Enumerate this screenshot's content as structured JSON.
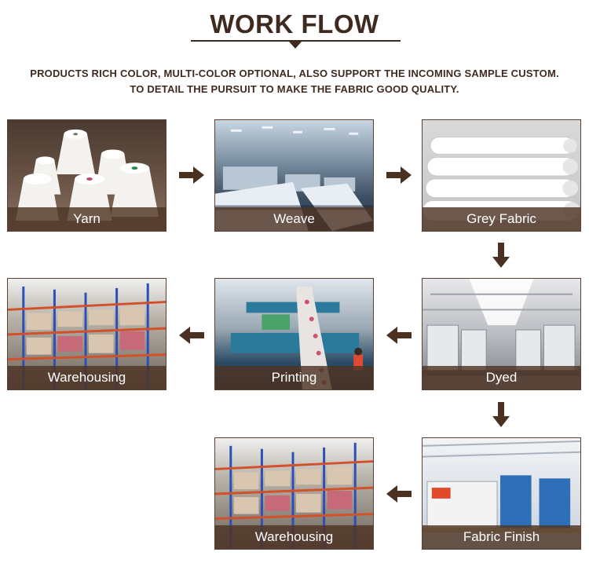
{
  "header": {
    "title": "WORK FLOW",
    "line1": "PRODUCTS RICH COLOR, MULTI-COLOR OPTIONAL, ALSO SUPPORT THE INCOMING SAMPLE CUSTOM.",
    "line2": "TO DETAIL THE PURSUIT TO MAKE THE FABRIC GOOD QUALITY."
  },
  "steps": {
    "yarn": "Yarn",
    "weave": "Weave",
    "grey_fabric": "Grey Fabric",
    "dyed": "Dyed",
    "printing": "Printing",
    "warehousing_1": "Warehousing",
    "fabric_finish": "Fabric Finish",
    "warehousing_2": "Warehousing"
  },
  "colors": {
    "brand_brown": "#3f2a1f",
    "caption_bg": "#4e3424"
  }
}
